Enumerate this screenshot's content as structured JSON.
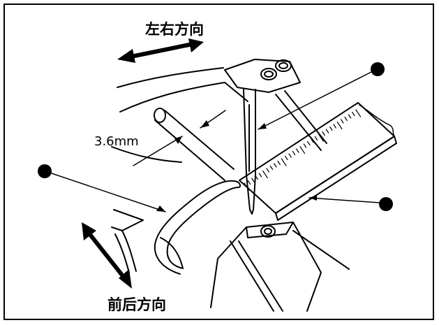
{
  "labels": {
    "direction_horizontal": "左右方向",
    "direction_front_back": "前后方向",
    "dimension": "3.6mm"
  },
  "callouts": {
    "hook": "❶",
    "needle": "❹",
    "ruler": "❼"
  },
  "colors": {
    "line": "#000000",
    "background": "#ffffff"
  }
}
